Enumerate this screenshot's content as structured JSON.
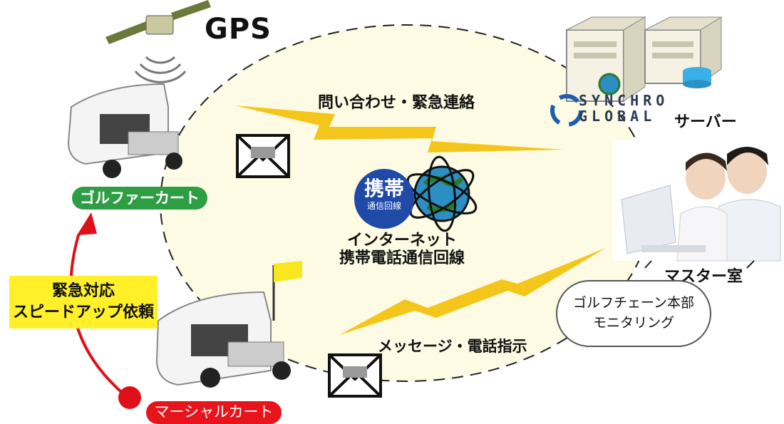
{
  "gps": {
    "label": "GPS"
  },
  "links": {
    "inquiry": "問い合わせ・緊急連絡",
    "instruction": "メッセージ・電話指示"
  },
  "network": {
    "badge_main": "携帯",
    "badge_sub": "通信回線",
    "label_line1": "インターネット",
    "label_line2": "携帯電話通信回線"
  },
  "server": {
    "logo_line1": "SYNCHRO",
    "logo_line2": "GLOBAL",
    "label": "サーバー"
  },
  "master_room": {
    "label": "マスター室"
  },
  "headquarters": {
    "line1": "ゴルフチェーン本部",
    "line2": "モニタリング"
  },
  "golf_cart": {
    "label": "ゴルファーカート"
  },
  "marshal_cart": {
    "label": "マーシャルカート"
  },
  "emergency": {
    "line1": "緊急対応",
    "line2": "スピードアップ依頼"
  },
  "colors": {
    "network_area": "#fdfbe3",
    "bolt": "#f4c61c",
    "golf_badge": "#2e9e45",
    "marshal_badge": "#e8141c",
    "arrow": "#e0101a",
    "emergency_box": "#fff02a",
    "mobile_badge": "#1f4aa8"
  }
}
